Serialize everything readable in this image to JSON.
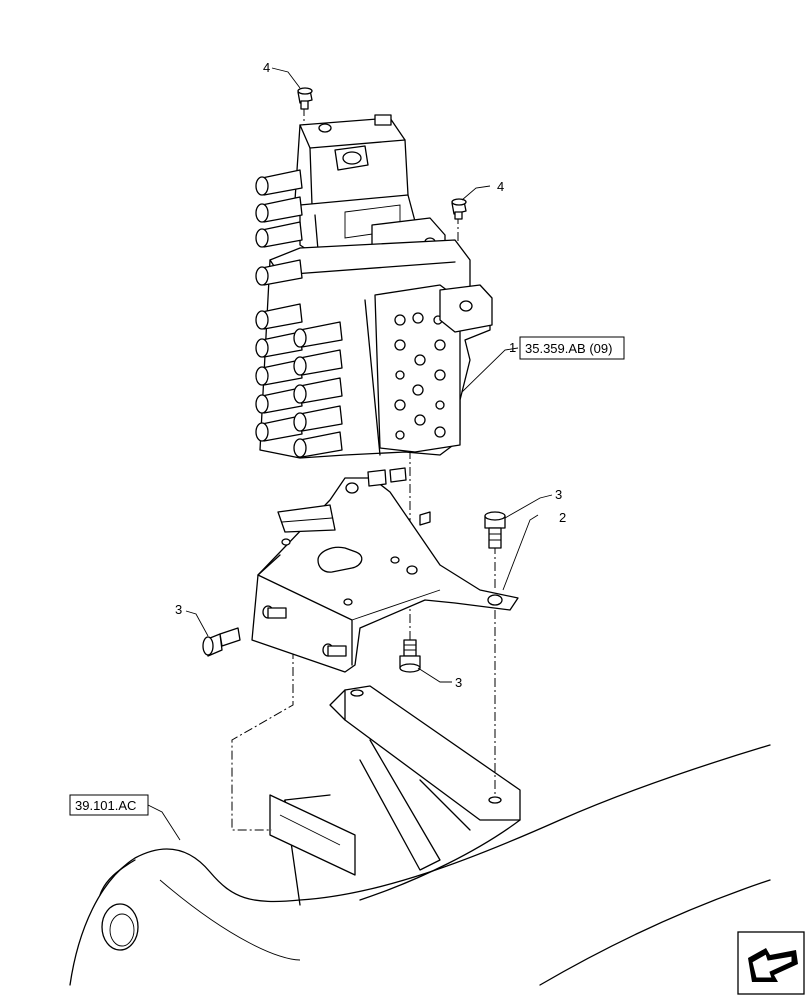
{
  "callouts": {
    "valve_ref": "35.359.AB (09)",
    "frame_ref": "39.101.AC",
    "item_valve": "1",
    "item_bracket": "2",
    "item_bolt_left": "3",
    "item_bolt_top_right": "3",
    "item_bolt_lower": "3",
    "item_screw_top": "4",
    "item_screw_right": "4"
  },
  "icons": {
    "corner": "next-page-arrow-icon"
  }
}
